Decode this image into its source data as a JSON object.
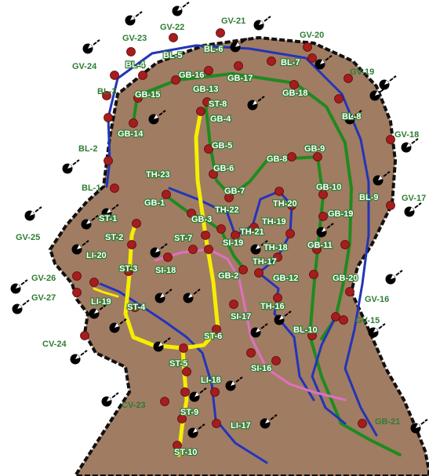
{
  "colors": {
    "skin": "#a07c63",
    "outline": "#111111",
    "point": "#a51d1d",
    "green": "#1f8a1f",
    "blue": "#2235b8",
    "yellow": "#f5ee00",
    "pink": "#e070c0",
    "label_text": "#2e7d32"
  },
  "icon_name": "moxa-cone-icon",
  "labels": {
    "GV-21": "GV-21",
    "GV-22": "GV-22",
    "GV-23": "GV-23",
    "GV-20": "GV-20",
    "GV-24": "GV-24",
    "GV-19": "GV-19",
    "GV-18": "GV-18",
    "GV-17": "GV-17",
    "GV-25": "GV-25",
    "GV-26": "GV-26",
    "GV-27": "GV-27",
    "GV-16": "GV-16",
    "GV-15": "GV-15",
    "CV-24": "CV-24",
    "CV-23": "CV-23",
    "BL-6": "BL-6",
    "BL-5": "BL-5",
    "BL-4": "BL-4",
    "BL-3": "BL-3",
    "BL-7": "BL-7",
    "BL-8": "BL-8",
    "BL-2": "BL-2",
    "BL-1": "BL-1",
    "BL-9": "BL-9",
    "BL-10": "BL-10",
    "GB-16": "GB-16",
    "GB-17": "GB-17",
    "GB-18": "GB-18",
    "GB-15": "GB-15",
    "GB-13": "GB-13",
    "GB-14": "GB-14",
    "GB-4": "GB-4",
    "GB-5": "GB-5",
    "GB-6": "GB-6",
    "GB-8": "GB-8",
    "GB-9": "GB-9",
    "GB-7": "GB-7",
    "GB-10": "GB-10",
    "GB-19": "GB-19",
    "GB-1": "GB-1",
    "GB-3": "GB-3",
    "GB-11": "GB-11",
    "GB-2": "GB-2",
    "GB-12": "GB-12",
    "GB-20": "GB-20",
    "GB-21": "GB-21",
    "ST-8": "ST-8",
    "ST-1": "ST-1",
    "ST-2": "ST-2",
    "ST-7": "ST-7",
    "ST-3": "ST-3",
    "ST-4": "ST-4",
    "ST-6": "ST-6",
    "ST-5": "ST-5",
    "ST-9": "ST-9",
    "ST-10": "ST-10",
    "TH-23": "TH-23",
    "TH-20": "TH-20",
    "TH-22": "TH-22",
    "TH-19": "TH-19",
    "TH-21": "TH-21",
    "TH-18": "TH-18",
    "TH-17": "TH-17",
    "TH-16": "TH-16",
    "SI-19": "SI-19",
    "SI-18": "SI-18",
    "SI-17": "SI-17",
    "SI-16": "SI-16",
    "LI-20": "LI-20",
    "LI-19": "LI-19",
    "LI-18": "LI-18",
    "LI-17": "LI-17"
  }
}
